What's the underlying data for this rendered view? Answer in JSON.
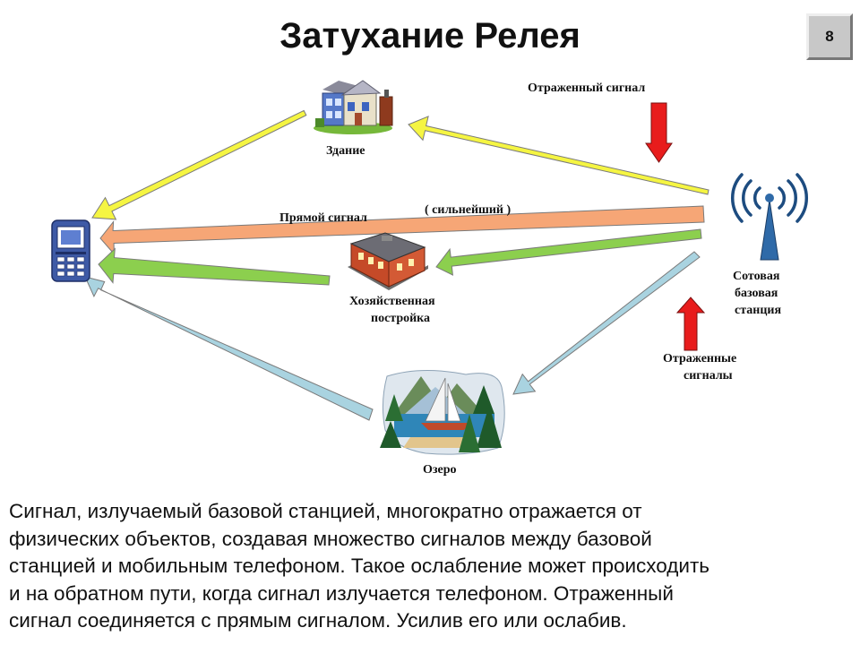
{
  "slide": {
    "title": "Затухание Релея",
    "page_number": "8"
  },
  "diagram": {
    "labels": {
      "reflected_signal": "Отраженный сигнал",
      "building": "Здание",
      "direct_signal": "Прямой сигнал",
      "strongest": "( сильнейший )",
      "outbuilding_line1": "Хозяйственная",
      "outbuilding_line2": "постройка",
      "base_station_line1": "Сотовая",
      "base_station_line2": "базовая",
      "base_station_line3": "станция",
      "reflected_signals_line1": "Отраженные",
      "reflected_signals_line2": "сигналы",
      "lake": "Озеро"
    },
    "icons": [
      "phone-icon",
      "building-icon",
      "outbuilding-icon",
      "cell-tower-icon",
      "lake-icon"
    ],
    "arrow_colors": {
      "yellow": "#f5f542",
      "orange": "#f6a676",
      "green": "#8ccf4e",
      "blue": "#a9d3e0",
      "red": "#e81c1c"
    }
  },
  "caption": {
    "lines": [
      "Сигнал,  излучаемый  базовой станцией, многократно отражается от",
      "физических объектов, создавая множество сигналов между базовой",
      "станцией и мобильным телефоном. Такое ослабление может происходить",
      "и на обратном пути, когда сигнал излучается телефоном. Отраженный",
      "сигнал соединяется с прямым сигналом. Усилив его или ослабив."
    ]
  }
}
